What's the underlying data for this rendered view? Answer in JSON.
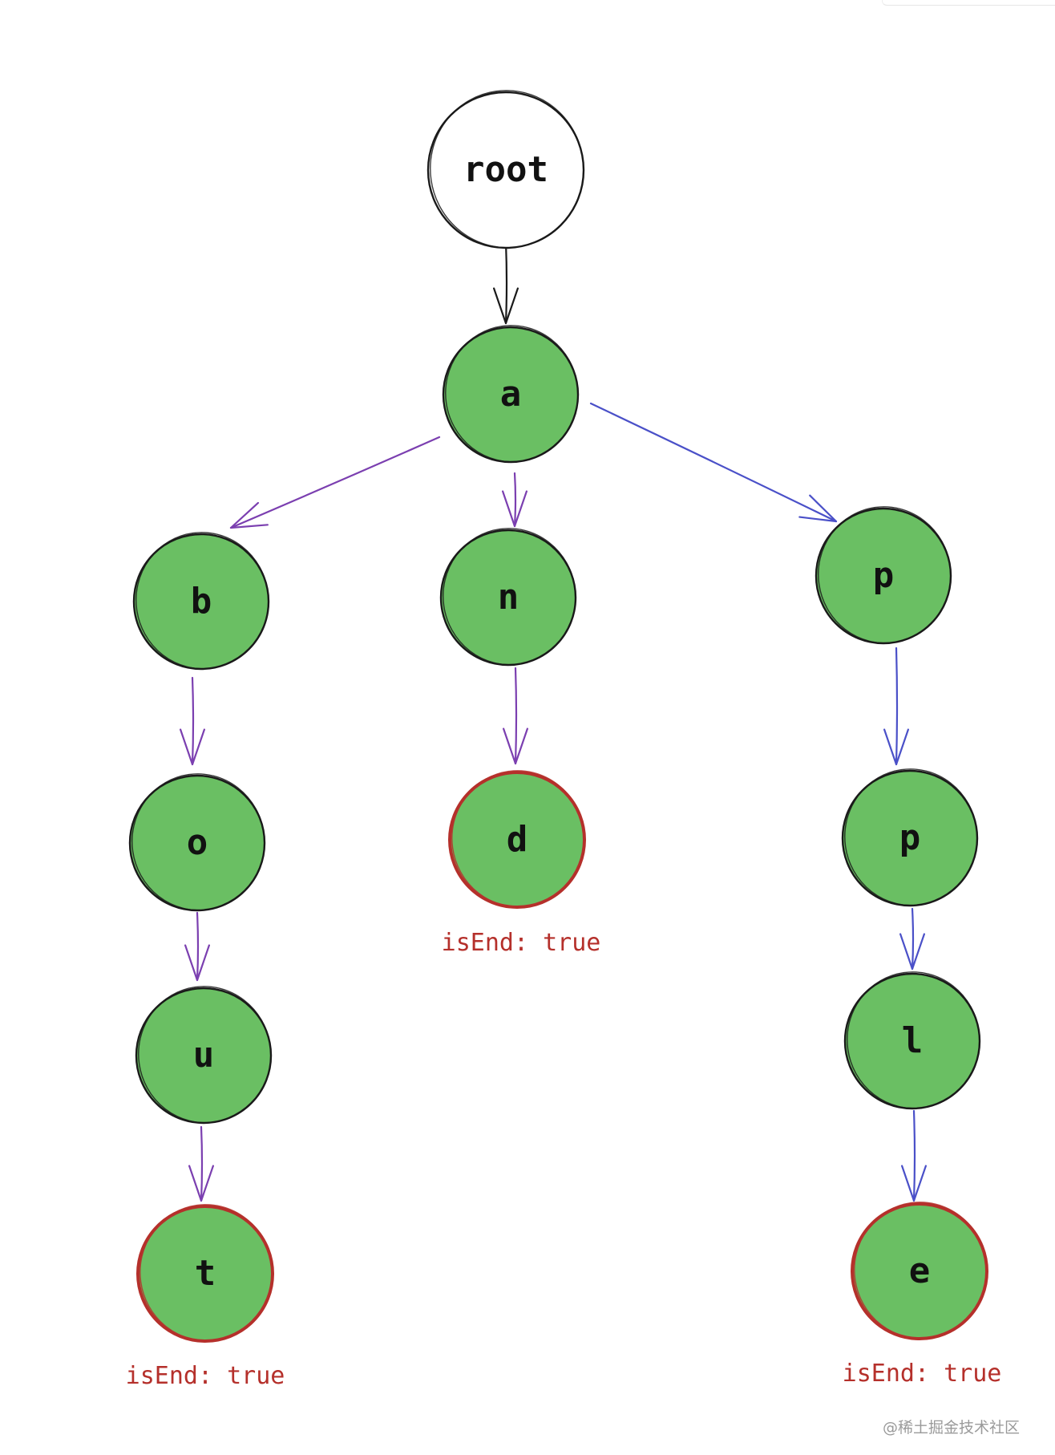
{
  "diagram": {
    "colors": {
      "node_fill": "#6abf63",
      "root_fill": "#ffffff",
      "outline": "#1a1a1a",
      "end_outline": "#b5302b",
      "edge_root": "#1a1a1a",
      "edge_purple": "#7b3fb0",
      "edge_blue": "#4a50c8",
      "end_text": "#b5302b"
    },
    "nodes": [
      {
        "id": "root",
        "label": "root",
        "is_end": false
      },
      {
        "id": "a",
        "label": "a",
        "is_end": false
      },
      {
        "id": "b",
        "label": "b",
        "is_end": false
      },
      {
        "id": "n",
        "label": "n",
        "is_end": false
      },
      {
        "id": "p1",
        "label": "p",
        "is_end": false
      },
      {
        "id": "o",
        "label": "o",
        "is_end": false
      },
      {
        "id": "d",
        "label": "d",
        "is_end": true
      },
      {
        "id": "p2",
        "label": "p",
        "is_end": false
      },
      {
        "id": "u",
        "label": "u",
        "is_end": false
      },
      {
        "id": "l",
        "label": "l",
        "is_end": false
      },
      {
        "id": "t",
        "label": "t",
        "is_end": true
      },
      {
        "id": "e",
        "label": "e",
        "is_end": true
      }
    ],
    "edges": [
      {
        "from": "root",
        "to": "a",
        "color": "edge_root"
      },
      {
        "from": "a",
        "to": "b",
        "color": "edge_purple"
      },
      {
        "from": "a",
        "to": "n",
        "color": "edge_purple"
      },
      {
        "from": "a",
        "to": "p1",
        "color": "edge_blue"
      },
      {
        "from": "b",
        "to": "o",
        "color": "edge_purple"
      },
      {
        "from": "o",
        "to": "u",
        "color": "edge_purple"
      },
      {
        "from": "u",
        "to": "t",
        "color": "edge_purple"
      },
      {
        "from": "n",
        "to": "d",
        "color": "edge_purple"
      },
      {
        "from": "p1",
        "to": "p2",
        "color": "edge_blue"
      },
      {
        "from": "p2",
        "to": "l",
        "color": "edge_blue"
      },
      {
        "from": "l",
        "to": "e",
        "color": "edge_blue"
      }
    ],
    "end_label": "isEnd: true"
  },
  "watermark": "@稀土掘金技术社区"
}
